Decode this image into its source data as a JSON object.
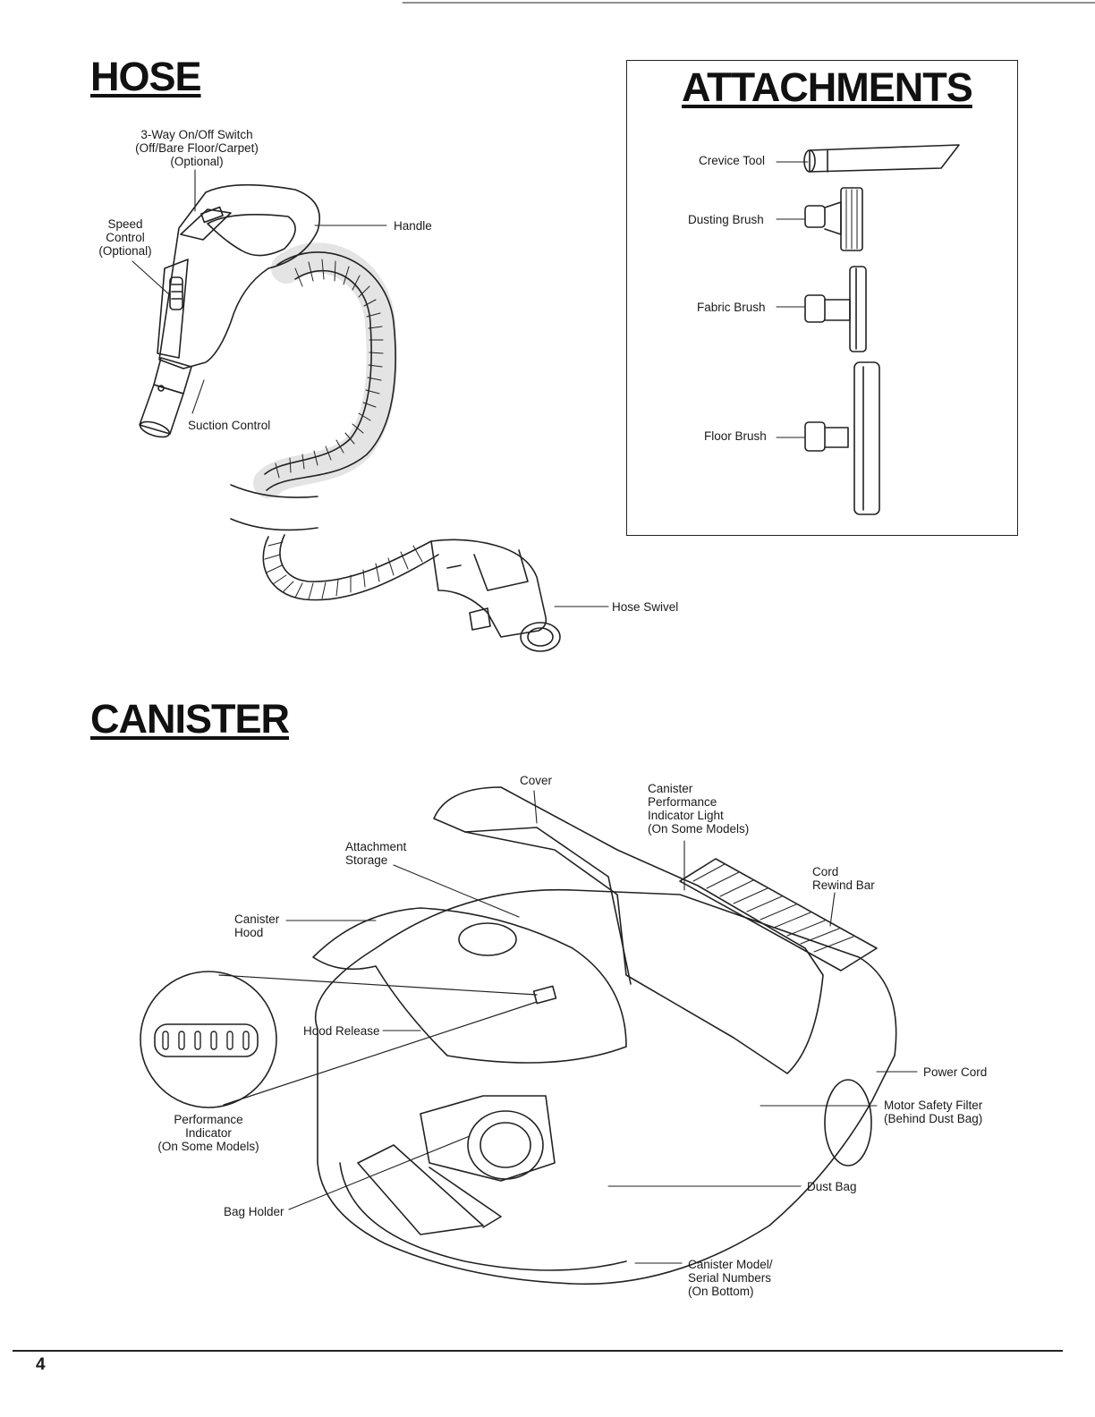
{
  "hose": {
    "title": "HOSE",
    "labels": {
      "switch": [
        "3-Way On/Off Switch",
        "(Off/Bare Floor/Carpet)",
        "(Optional)"
      ],
      "speed": [
        "Speed",
        "Control",
        "(Optional)"
      ],
      "handle": "Handle",
      "suction": "Suction Control",
      "swivel": "Hose Swivel"
    }
  },
  "attachments": {
    "title": "ATTACHMENTS",
    "items": [
      "Crevice Tool",
      "Dusting Brush",
      "Fabric Brush",
      "Floor Brush"
    ]
  },
  "canister": {
    "title": "CANISTER",
    "labels": {
      "cover": "Cover",
      "indicator_light": [
        "Canister",
        "Performance",
        "Indicator Light",
        "(On Some Models)"
      ],
      "attachment_storage": [
        "Attachment",
        "Storage"
      ],
      "cord_rewind": [
        "Cord",
        "Rewind Bar"
      ],
      "hood": [
        "Canister",
        "Hood"
      ],
      "hood_release": "Hood Release",
      "power_cord": "Power Cord",
      "motor_filter": [
        "Motor Safety Filter",
        "(Behind Dust Bag)"
      ],
      "performance_indicator": [
        "Performance",
        "Indicator",
        "(On Some Models)"
      ],
      "dust_bag": "Dust Bag",
      "bag_holder": "Bag Holder",
      "serial": [
        "Canister Model/",
        "Serial Numbers",
        "(On Bottom)"
      ]
    }
  },
  "page_number": "4"
}
